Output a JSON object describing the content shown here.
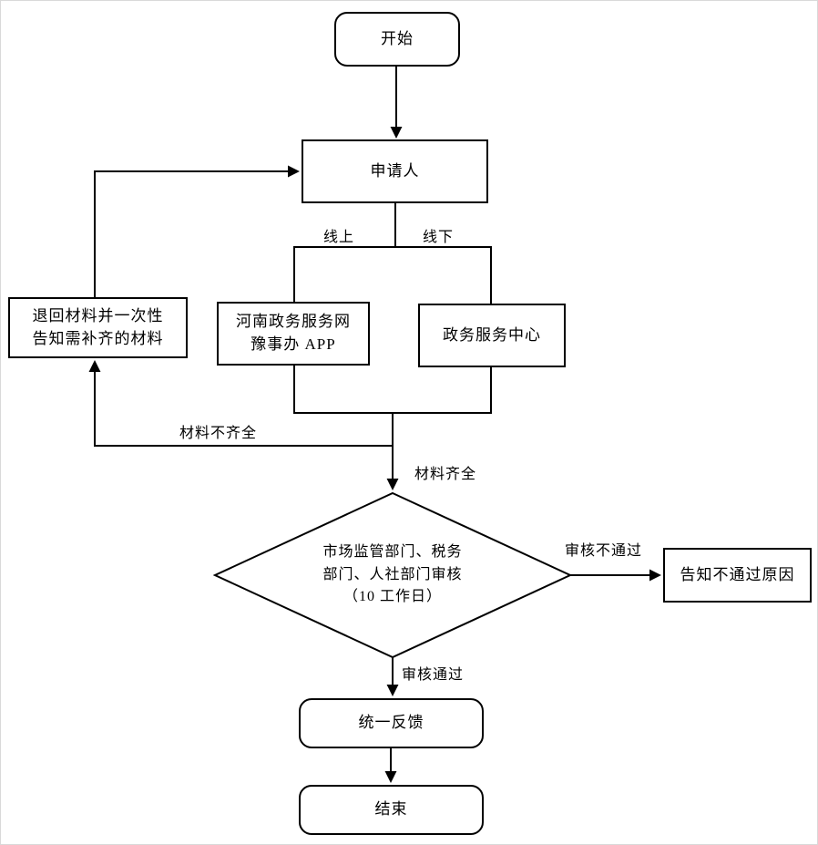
{
  "nodes": {
    "start": {
      "label": "开始"
    },
    "applicant": {
      "label": "申请人"
    },
    "return_materials": {
      "line1": "退回材料并一次性",
      "line2": "告知需补齐的材料"
    },
    "online_channel": {
      "line1": "河南政务服务网",
      "line2": "豫事办 APP"
    },
    "offline_channel": {
      "label": "政务服务中心"
    },
    "review": {
      "line1": "市场监管部门、税务",
      "line2": "部门、人社部门审核",
      "line3": "（10 工作日）"
    },
    "notify_reason": {
      "label": "告知不通过原因"
    },
    "feedback": {
      "label": "统一反馈"
    },
    "end": {
      "label": "结束"
    }
  },
  "edge_labels": {
    "online": "线上",
    "offline": "线下",
    "materials_incomplete": "材料不齐全",
    "materials_complete": "材料齐全",
    "review_failed": "审核不通过",
    "review_passed": "审核通过"
  },
  "colors": {
    "stroke": "#000000",
    "background": "#ffffff",
    "text": "#000000"
  }
}
